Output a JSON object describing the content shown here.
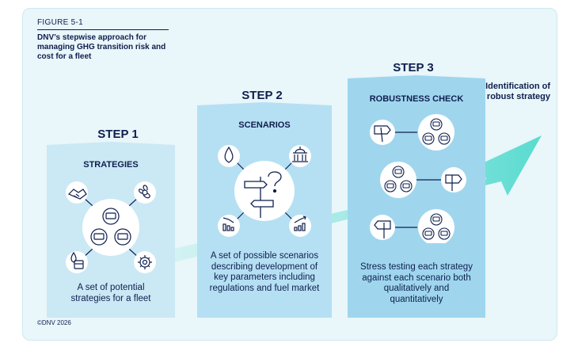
{
  "figure": {
    "label": "FIGURE 5-1",
    "title": "DNV’s stepwise approach for managing GHG transition risk and cost for a fleet"
  },
  "steps": [
    {
      "step": "STEP 1",
      "heading": "STRATEGIES",
      "description": "A set of potential strategies for a fleet"
    },
    {
      "step": "STEP 2",
      "heading": "SCENARIOS",
      "description": "A set of possible scenarios describing development of key parameters including regulations and fuel market"
    },
    {
      "step": "STEP 3",
      "heading": "ROBUSTNESS CHECK",
      "description": "Stress testing each strategy against each scenario both qualitatively and quantitatively"
    }
  ],
  "outcome": "Identification of robust strategy",
  "copyright": "©DNV 2026",
  "colors": {
    "navy": "#0f1f4e",
    "card_light": "#cbe8f5",
    "card_mid": "#a8dcf0",
    "card_dark": "#8fd0ec",
    "arrow": "#3fd6c8"
  }
}
